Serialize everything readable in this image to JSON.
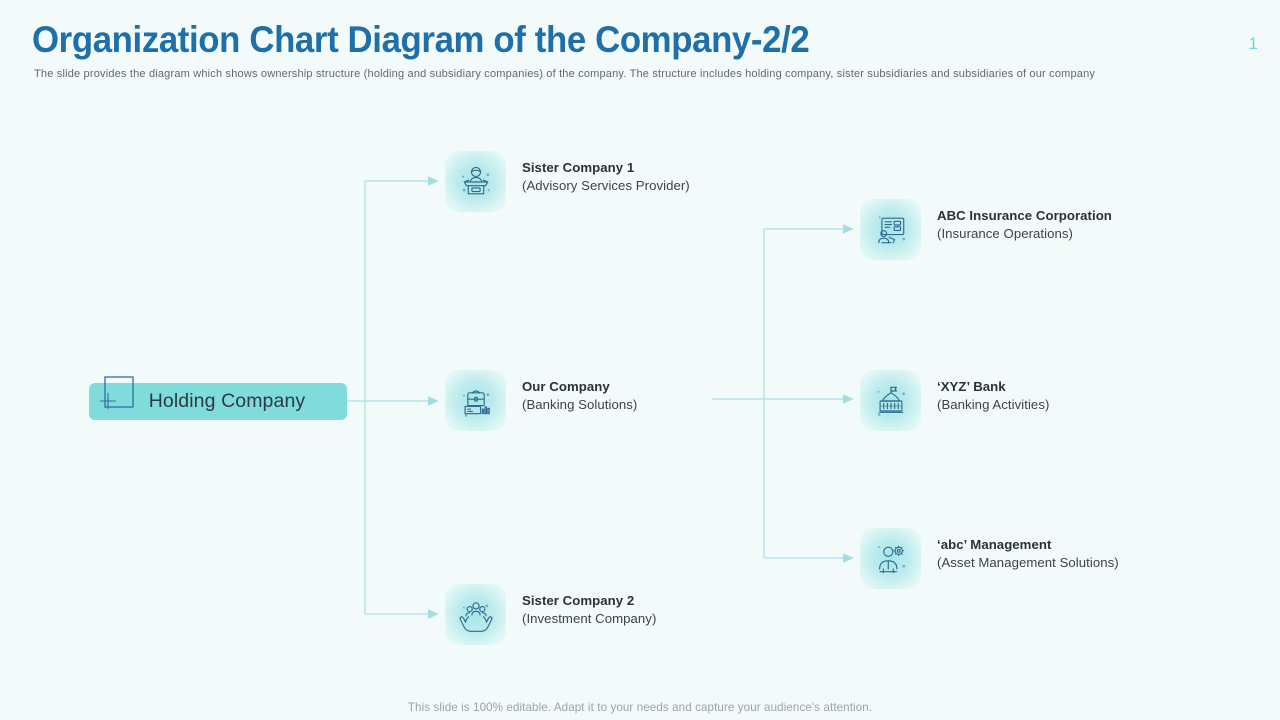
{
  "header": {
    "title": "Organization Chart Diagram of the Company-2/2",
    "subtitle": "The slide provides the diagram which shows ownership structure (holding and subsidiary companies) of the company. The structure includes holding company, sister subsidiaries and subsidiaries of our company",
    "page_number": "1"
  },
  "colors": {
    "background": "#f2fbf9",
    "title": "#1f6fa8",
    "holding_box": "#80dbdb",
    "connector": "#a9dfe6",
    "tile_gradient_inner": "#a8e5e9",
    "tile_gradient_outer": "#e9faf7",
    "icon_stroke": "#2d6b8f",
    "node_title": "#2b3138",
    "footer": "#9aa3a8",
    "page_number": "#6fd4d8"
  },
  "root": {
    "label": "Holding Company",
    "mark_icon": "crop-square-icon"
  },
  "nodes": {
    "sister1": {
      "title": "Sister Company 1",
      "subtitle": "(Advisory Services Provider)",
      "icon": "presenter-podium-icon"
    },
    "our_company": {
      "title": "Our Company",
      "subtitle": "(Banking Solutions)",
      "icon": "bank-briefcase-icon"
    },
    "sister2": {
      "title": "Sister Company 2",
      "subtitle": "(Investment Company)",
      "icon": "hands-holding-team-icon"
    },
    "abc_insurance": {
      "title": "ABC Insurance Corporation",
      "subtitle": "(Insurance Operations)",
      "icon": "presentation-board-icon"
    },
    "xyz_bank": {
      "title": "‘XYZ’ Bank",
      "subtitle": "(Banking Activities)",
      "icon": "bank-building-flag-icon"
    },
    "abc_management": {
      "title": "‘abc’ Management",
      "subtitle": "(Asset Management Solutions)",
      "icon": "person-gear-icon"
    }
  },
  "footer": {
    "note": "This slide is 100% editable. Adapt it to your needs and capture your audience's attention."
  }
}
